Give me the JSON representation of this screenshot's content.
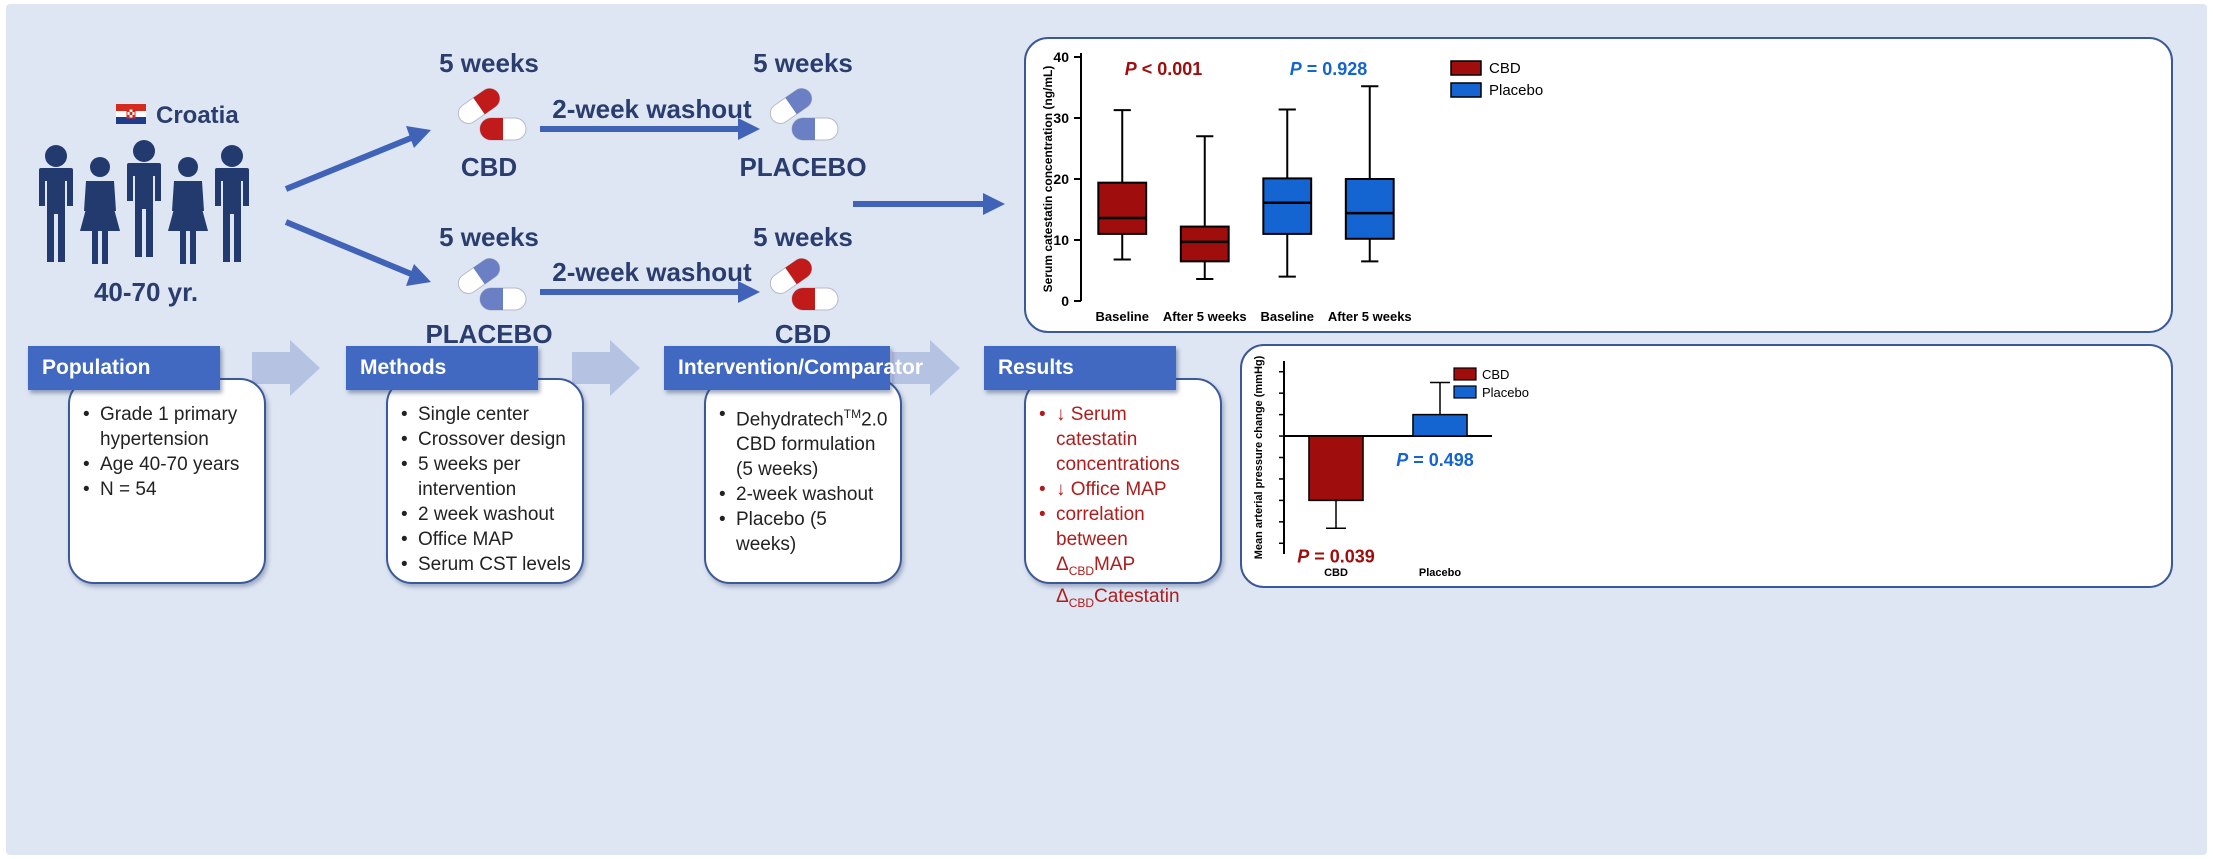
{
  "study": {
    "country": "Croatia",
    "age_range": "40-70 yr.",
    "arm_top": {
      "first_duration": "5 weeks",
      "first_treatment": "CBD",
      "washout": "2-week washout",
      "second_duration": "5 weeks",
      "second_treatment": "PLACEBO"
    },
    "arm_bottom": {
      "first_duration": "5 weeks",
      "first_treatment": "PLACEBO",
      "washout": "2-week washout",
      "second_duration": "5 weeks",
      "second_treatment": "CBD"
    }
  },
  "flow": [
    {
      "header": "Population",
      "items": [
        "Grade 1 primary hypertension",
        "Age 40-70 years",
        "N = 54"
      ]
    },
    {
      "header": "Methods",
      "items": [
        "Single center",
        "Crossover design",
        "5 weeks per intervention",
        "2 week washout",
        "Office MAP",
        "Serum CST levels"
      ]
    },
    {
      "header": "Intervention/Comparator",
      "items_special": {
        "item1_pre": "Dehydratech",
        "item1_sup": "TM",
        "item1_post": "2.0 CBD formulation (5 weeks)"
      },
      "items": [
        "2-week washout",
        "Placebo (5 weeks)"
      ]
    },
    {
      "header": "Results",
      "arrow_symbol": "↓",
      "items": [
        "Serum catestatin concentrations",
        "Office MAP"
      ],
      "corr_text": "correlation between",
      "delta": "Δ",
      "sub": "CBD",
      "map": "MAP",
      "cat": "Catestatin"
    }
  ],
  "chart_data": [
    {
      "type": "box",
      "ylabel": "Serum catestatin concentration (ng/mL)",
      "ylim": [
        0,
        40
      ],
      "yticks": [
        0,
        10,
        20,
        30,
        40
      ],
      "categories": [
        "Baseline",
        "After 5 weeks",
        "Baseline",
        "After 5 weeks"
      ],
      "legend": [
        {
          "name": "CBD",
          "color": "#a00d0d"
        },
        {
          "name": "Placebo",
          "color": "#1464d2"
        }
      ],
      "legend_position": "top-right",
      "boxes": [
        {
          "group": "CBD",
          "min": 6.8,
          "q1": 11.0,
          "median": 13.6,
          "q3": 19.4,
          "max": 31.3
        },
        {
          "group": "CBD",
          "min": 3.6,
          "q1": 6.5,
          "median": 9.7,
          "q3": 12.2,
          "max": 27.0
        },
        {
          "group": "Placebo",
          "min": 4.0,
          "q1": 11.0,
          "median": 16.1,
          "q3": 20.1,
          "max": 31.4
        },
        {
          "group": "Placebo",
          "min": 6.5,
          "q1": 10.2,
          "median": 14.4,
          "q3": 20.0,
          "max": 35.2
        }
      ],
      "annotations": [
        {
          "label": "P",
          "text": " < 0.001",
          "color": "#a00d0d"
        },
        {
          "label": "P",
          "text": " = 0.928",
          "color": "#1464d2"
        }
      ]
    },
    {
      "type": "bar",
      "ylabel": "Mean arterial pressure change (mmHg)",
      "categories": [
        "CBD",
        "Placebo"
      ],
      "values": [
        -3.0,
        1.0
      ],
      "error_lower": [
        -4.3,
        null
      ],
      "error_upper": [
        null,
        2.5
      ],
      "ylim": [
        -5.5,
        3.5
      ],
      "yticks": [
        -5,
        -4,
        -3,
        -2,
        -1,
        0,
        1,
        2,
        3
      ],
      "legend": [
        {
          "name": "CBD",
          "color": "#a00d0d"
        },
        {
          "name": "Placebo",
          "color": "#1464d2"
        }
      ],
      "legend_position": "top-right",
      "annotations": [
        {
          "label": "P",
          "text": " = 0.039",
          "color": "#a00d0d"
        },
        {
          "label": "P",
          "text": " = 0.498",
          "color": "#1464d2"
        }
      ]
    }
  ]
}
